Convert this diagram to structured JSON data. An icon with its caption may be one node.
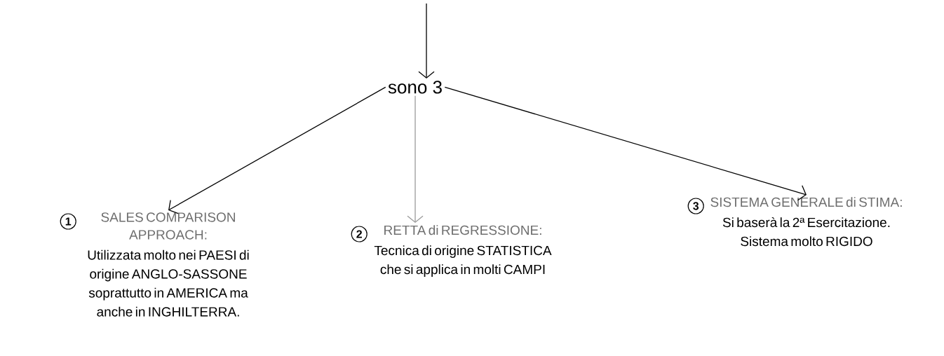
{
  "diagram": {
    "nodes": [
      {
        "text": [
          "sono 3"
        ]
      },
      {
        "text": [
          "1",
          "SALES COMPARISON APPROACH:",
          "Utilizzata molto nei PAESI di origine ANGLO-SASSONE soprattutto in AMERICA ma anche in INGHILTERRA."
        ]
      },
      {
        "text": [
          "2",
          "RETTA di REGRESSIONE:",
          "Tecnica di origine STATISTICA che si applica in molti CAMPI"
        ]
      },
      {
        "text": [
          "3",
          "SISTEMA GENERALE di STIMA:",
          "Si baserà la 2ª Esercitazione. Sistema molto RIGIDO"
        ]
      }
    ],
    "edges": [
      {
        "from": null,
        "to": 0,
        "arrow": "to"
      },
      {
        "from": 0,
        "to": 1,
        "arrow": "to"
      },
      {
        "from": 0,
        "to": 2,
        "arrow": "to",
        "color": "#999999"
      },
      {
        "from": 0,
        "to": 3,
        "arrow": "to"
      }
    ]
  }
}
